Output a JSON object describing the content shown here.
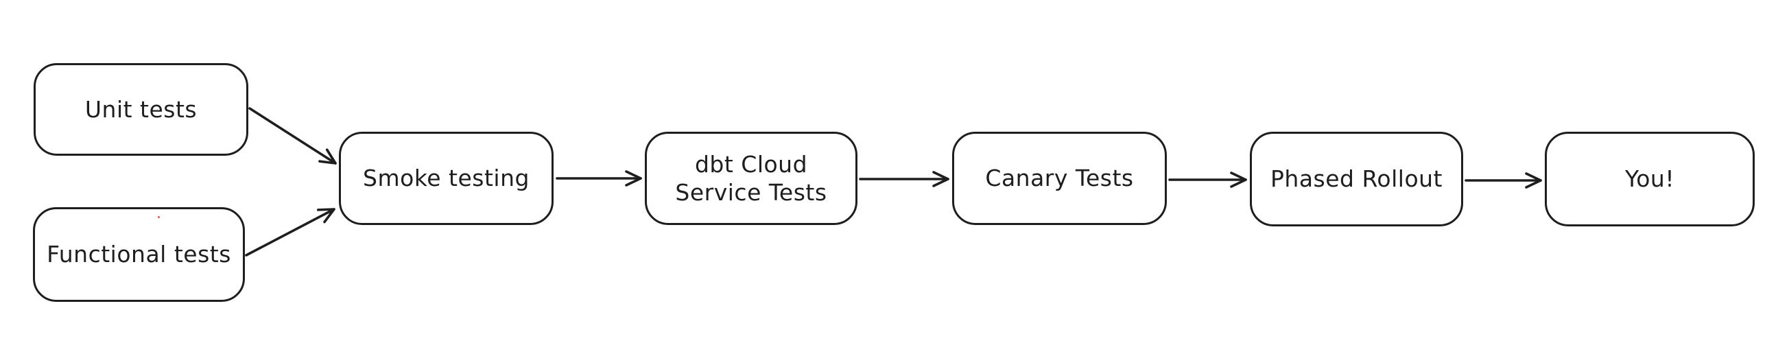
{
  "page": {
    "background_color": "#ffffff"
  },
  "diagram": {
    "style": "hand-drawn-flowchart",
    "stroke_color": "#1e1e1e",
    "node_fill_color": "#ffffff",
    "artifact_dot_color": "#d95757",
    "nodes": [
      {
        "id": "unit-tests",
        "lines": [
          "Unit tests"
        ]
      },
      {
        "id": "functional-tests",
        "lines": [
          "Functional tests"
        ]
      },
      {
        "id": "smoke-testing",
        "lines": [
          "Smoke testing"
        ]
      },
      {
        "id": "dbt-cloud-service-tests",
        "lines": [
          "dbt Cloud",
          "Service Tests"
        ]
      },
      {
        "id": "canary-tests",
        "lines": [
          "Canary Tests"
        ]
      },
      {
        "id": "phased-rollout",
        "lines": [
          "Phased Rollout"
        ]
      },
      {
        "id": "you",
        "lines": [
          "You!"
        ]
      }
    ],
    "edges": [
      {
        "from": "unit-tests",
        "to": "smoke-testing"
      },
      {
        "from": "functional-tests",
        "to": "smoke-testing"
      },
      {
        "from": "smoke-testing",
        "to": "dbt-cloud-service-tests"
      },
      {
        "from": "dbt-cloud-service-tests",
        "to": "canary-tests"
      },
      {
        "from": "canary-tests",
        "to": "phased-rollout"
      },
      {
        "from": "phased-rollout",
        "to": "you"
      }
    ]
  }
}
